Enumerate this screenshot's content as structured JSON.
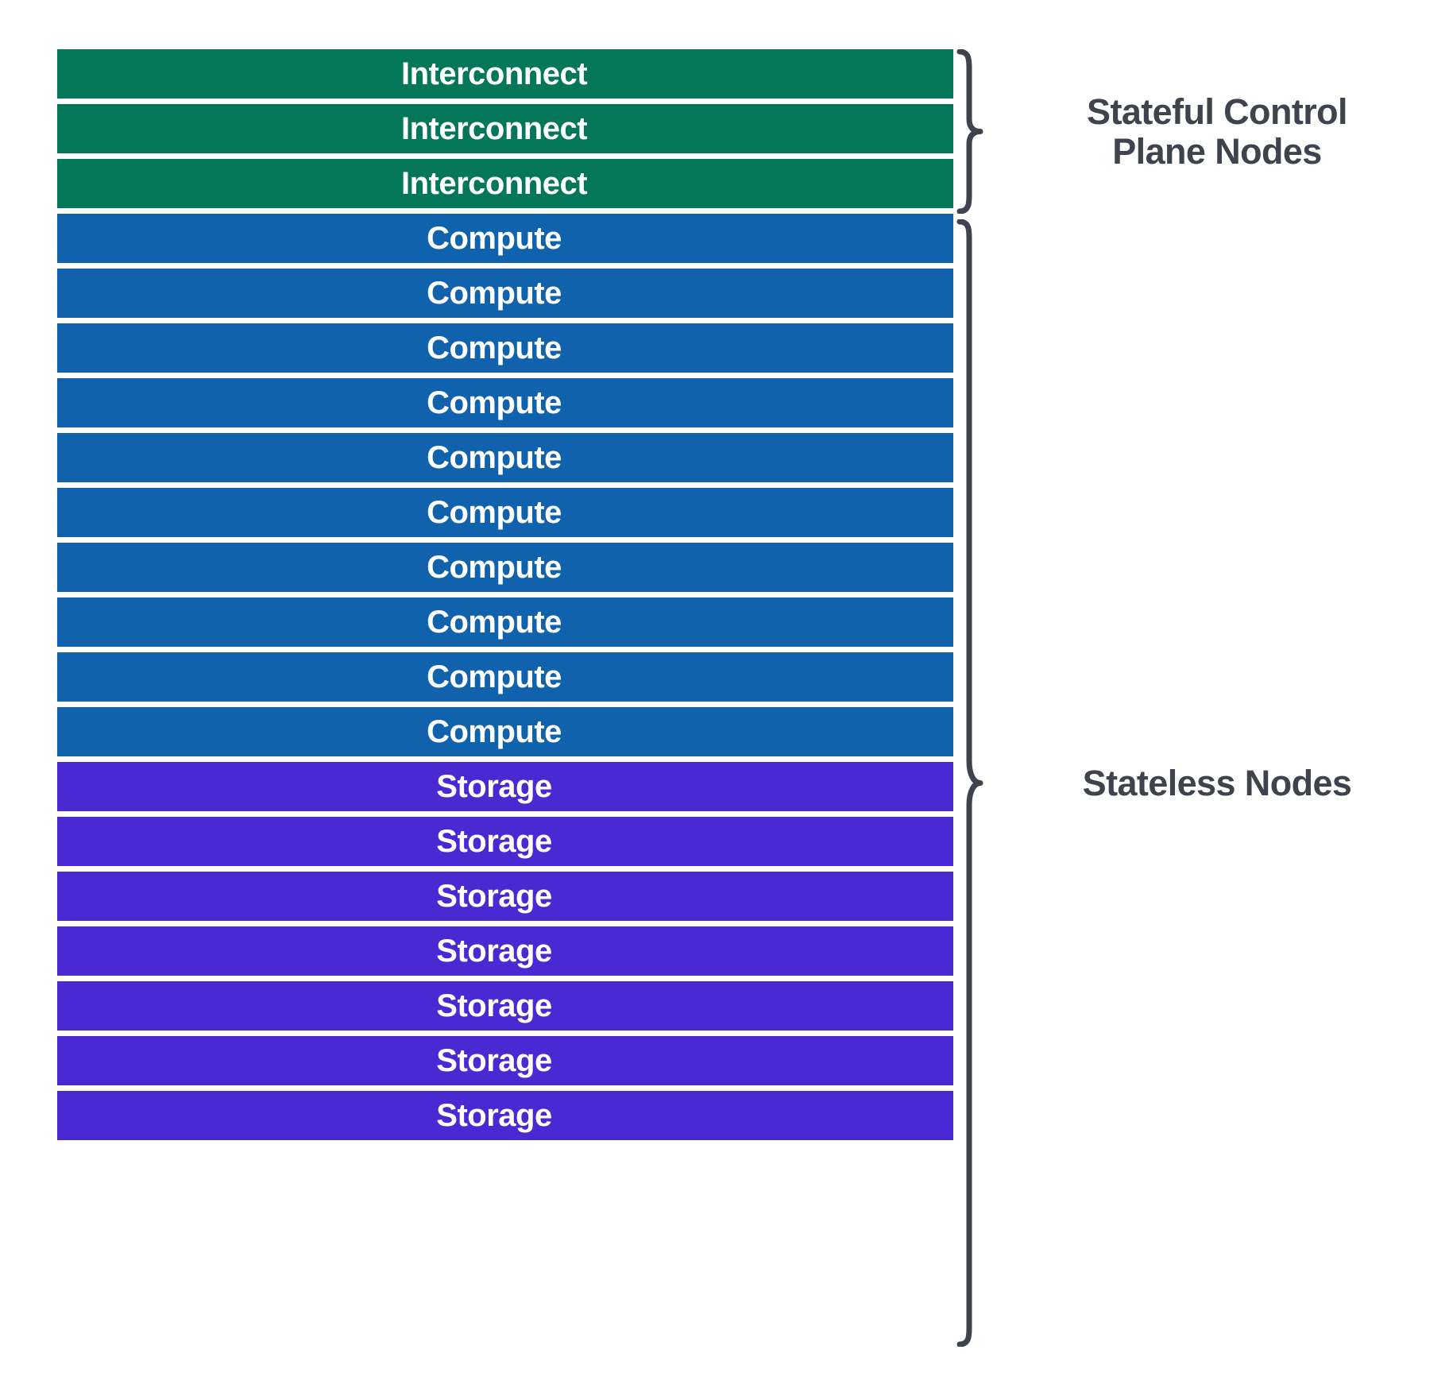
{
  "diagram": {
    "title_present": false,
    "colors": {
      "interconnect": "#04775A",
      "compute": "#1062AD",
      "storage": "#4A28D2",
      "brace": "#3E434D",
      "label_text": "#3E434D",
      "bar_text": "#FFFFFF",
      "background": "#FFFFFF"
    },
    "groups": [
      {
        "id": "stateful-control-plane",
        "label": "Stateful Control\nPlane Nodes",
        "node_type": "interconnect",
        "count": 3,
        "nodes": [
          {
            "label": "Interconnect"
          },
          {
            "label": "Interconnect"
          },
          {
            "label": "Interconnect"
          }
        ]
      },
      {
        "id": "stateless",
        "label": "Stateless Nodes",
        "count": 17,
        "nodes": [
          {
            "label": "Compute",
            "node_type": "compute"
          },
          {
            "label": "Compute",
            "node_type": "compute"
          },
          {
            "label": "Compute",
            "node_type": "compute"
          },
          {
            "label": "Compute",
            "node_type": "compute"
          },
          {
            "label": "Compute",
            "node_type": "compute"
          },
          {
            "label": "Compute",
            "node_type": "compute"
          },
          {
            "label": "Compute",
            "node_type": "compute"
          },
          {
            "label": "Compute",
            "node_type": "compute"
          },
          {
            "label": "Compute",
            "node_type": "compute"
          },
          {
            "label": "Compute",
            "node_type": "compute"
          },
          {
            "label": "Storage",
            "node_type": "storage"
          },
          {
            "label": "Storage",
            "node_type": "storage"
          },
          {
            "label": "Storage",
            "node_type": "storage"
          },
          {
            "label": "Storage",
            "node_type": "storage"
          },
          {
            "label": "Storage",
            "node_type": "storage"
          },
          {
            "label": "Storage",
            "node_type": "storage"
          },
          {
            "label": "Storage",
            "node_type": "storage"
          }
        ]
      }
    ],
    "bars": [
      {
        "label": "Interconnect",
        "node_type": "interconnect"
      },
      {
        "label": "Interconnect",
        "node_type": "interconnect"
      },
      {
        "label": "Interconnect",
        "node_type": "interconnect"
      },
      {
        "label": "Compute",
        "node_type": "compute"
      },
      {
        "label": "Compute",
        "node_type": "compute"
      },
      {
        "label": "Compute",
        "node_type": "compute"
      },
      {
        "label": "Compute",
        "node_type": "compute"
      },
      {
        "label": "Compute",
        "node_type": "compute"
      },
      {
        "label": "Compute",
        "node_type": "compute"
      },
      {
        "label": "Compute",
        "node_type": "compute"
      },
      {
        "label": "Compute",
        "node_type": "compute"
      },
      {
        "label": "Compute",
        "node_type": "compute"
      },
      {
        "label": "Compute",
        "node_type": "compute"
      },
      {
        "label": "Storage",
        "node_type": "storage"
      },
      {
        "label": "Storage",
        "node_type": "storage"
      },
      {
        "label": "Storage",
        "node_type": "storage"
      },
      {
        "label": "Storage",
        "node_type": "storage"
      },
      {
        "label": "Storage",
        "node_type": "storage"
      },
      {
        "label": "Storage",
        "node_type": "storage"
      },
      {
        "label": "Storage",
        "node_type": "storage"
      }
    ],
    "brace_labels": {
      "stateful": "Stateful Control\nPlane Nodes",
      "stateless": "Stateless Nodes"
    }
  }
}
